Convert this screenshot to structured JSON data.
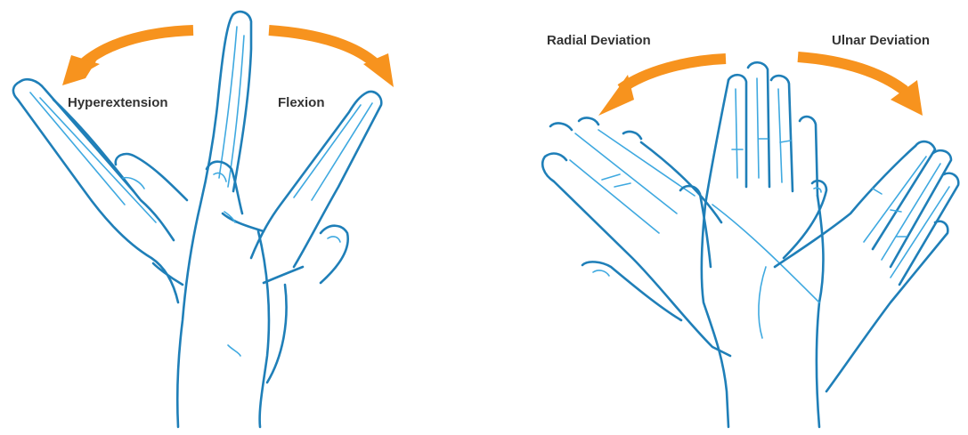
{
  "labels": {
    "hyperextension": "Hyperextension",
    "flexion": "Flexion",
    "radial_deviation": "Radial Deviation",
    "ulnar_deviation": "Ulnar Deviation"
  },
  "colors": {
    "arrow": "#f7931e",
    "outline": "#1f7fb8",
    "detail": "#3fa9e0",
    "background": "#ffffff",
    "text": "#333333"
  }
}
